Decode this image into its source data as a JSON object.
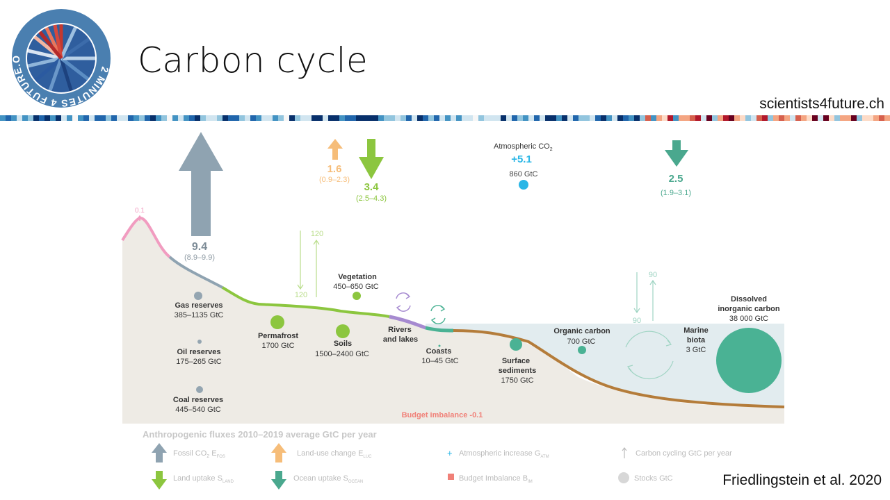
{
  "header": {
    "logo_text": "2 MINUTES 4 FUTURE.ORG",
    "title": "Carbon cycle",
    "website": "scientists4future.ch"
  },
  "fluxes": {
    "fossil": {
      "value": "9.4",
      "range": "(8.9–9.9)",
      "color": "#8fa3b1"
    },
    "land_use": {
      "value": "1.6",
      "range": "(0.9–2.3)",
      "color": "#f6bd79"
    },
    "land_uptake": {
      "value": "3.4",
      "range": "(2.5–4.3)",
      "color": "#8cc63f"
    },
    "ocean_uptake": {
      "value": "2.5",
      "range": "(1.9–3.1)",
      "color": "#4aa88e"
    },
    "atmospheric": {
      "label": "Atmospheric CO",
      "label_sub": "2",
      "value": "+5.1",
      "stock": "860 GtC",
      "color": "#29b6e6"
    },
    "volcanic": {
      "value": "0.1",
      "color": "#f19cc0"
    },
    "budget_imbalance": "Budget imbalance -0.1"
  },
  "cycling": {
    "land_down": "120",
    "land_up": "120",
    "ocean_down": "90",
    "ocean_up": "90"
  },
  "stocks": {
    "gas": {
      "name": "Gas reserves",
      "value": "385–1135 GtC"
    },
    "oil": {
      "name": "Oil reserves",
      "value": "175–265 GtC"
    },
    "coal": {
      "name": "Coal reserves",
      "value": "445–540 GtC"
    },
    "permafrost": {
      "name": "Permafrost",
      "value": "1700 GtC"
    },
    "vegetation": {
      "name": "Vegetation",
      "value": "450–650 GtC"
    },
    "soils": {
      "name": "Soils",
      "value": "1500–2400 GtC"
    },
    "rivers": {
      "name_line1": "Rivers",
      "name_line2": "and lakes"
    },
    "coasts": {
      "name": "Coasts",
      "value": "10–45 GtC"
    },
    "sediments": {
      "name_line1": "Surface",
      "name_line2": "sediments",
      "value": "1750 GtC"
    },
    "organic": {
      "name": "Organic carbon",
      "value": "700 GtC"
    },
    "marine": {
      "name_line1": "Marine",
      "name_line2": "biota",
      "value": "3 GtC"
    },
    "dissolved": {
      "name_line1": "Dissolved",
      "name_line2": "inorganic carbon",
      "value": "38 000 GtC"
    }
  },
  "legend": {
    "title": "Anthropogenic fluxes 2010–2019 average GtC per year",
    "fossil": {
      "label": "Fossil CO",
      "label_2": "2",
      "label_e": " E",
      "sub": "FOS"
    },
    "land_use": {
      "label": "Land-use change E",
      "sub": "LUC"
    },
    "atm_increase": {
      "label": "Atmospheric increase G",
      "sub": "ATM"
    },
    "cycling": "Carbon cycling GtC per year",
    "land_uptake": {
      "label": "Land uptake S",
      "sub": "LAND"
    },
    "ocean_uptake": {
      "label": "Ocean uptake S",
      "sub": "OCEAN"
    },
    "budget": {
      "label": "Budget Imbalance B",
      "sub": "IM"
    },
    "stocks": "Stocks GtC"
  },
  "citation": "Friedlingstein et al. 2020",
  "colors": {
    "land_fill": "#eeebe5",
    "ocean_fill": "#e2ecef",
    "sediment": "#b47c3a",
    "rivers": "#a68ad0",
    "stock_gray": "#94a5b1",
    "stock_green": "#8cc63f",
    "stock_teal": "#4ab294",
    "budget_red": "#f08078"
  }
}
